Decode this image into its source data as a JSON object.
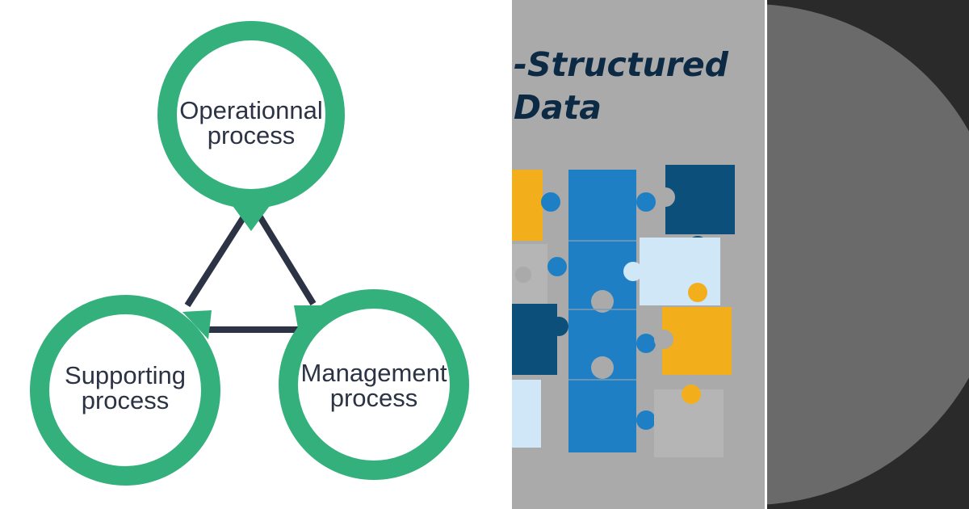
{
  "cycle": {
    "top_lines": [
      "Operationnal",
      "process"
    ],
    "left_lines": [
      "Supporting",
      "process"
    ],
    "right_lines": [
      "Management",
      "process"
    ]
  },
  "cover": {
    "title_line1": "-Structured",
    "title_line2": "Data"
  },
  "colors": {
    "ring": "#33b07c",
    "connector": "#2b3344",
    "cover_bg": "#aaaaaa",
    "title": "#0d2a45",
    "blue": "#1e7fc4",
    "navy": "#0b4f7a",
    "orange": "#f3ae1c",
    "light_blue": "#cfe7f7",
    "gray": "#b5b5b5",
    "dark_bg": "#2a2a2a",
    "disc": "#6a6a6a"
  }
}
